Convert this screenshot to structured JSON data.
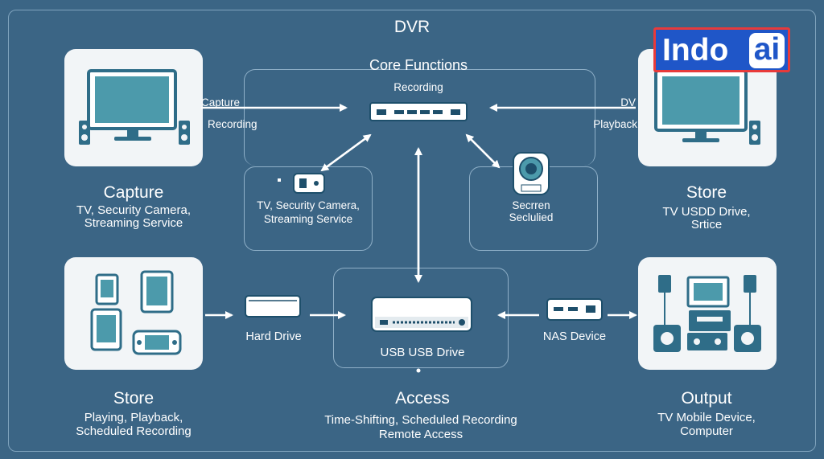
{
  "title": "DVR",
  "logo": {
    "left": "Indo",
    "right": "ai"
  },
  "core": {
    "title": "Core Functions",
    "subtitle": "Recording"
  },
  "left_arrow_labels": [
    "Capture",
    "Recording"
  ],
  "right_arrow_labels": [
    "DV",
    "Playback"
  ],
  "capture": {
    "title": "Capture",
    "lines": [
      "TV,  Security Camera,",
      "Streaming Service"
    ]
  },
  "source_box": {
    "lines": [
      "TV, Security Camera,",
      "Streaming Service"
    ]
  },
  "camera_box": {
    "lines": [
      "Secrren",
      "Seclulied"
    ]
  },
  "store_right": {
    "title": "Store",
    "lines": [
      "TV  USDD Drive,",
      "Srtice"
    ]
  },
  "store_left": {
    "title": "Store",
    "lines": [
      "Playing, Playback,",
      "Scheduled Recording"
    ]
  },
  "hard_drive": "Hard Drive",
  "usb_drive": "USB USB Drive",
  "nas": "NAS Device",
  "access": {
    "title": "Access",
    "lines": [
      "Time-Shifting,  Scheduled Recording",
      "Remote Access"
    ]
  },
  "output": {
    "title": "Output",
    "lines": [
      "TV Mobile Device,",
      "Computer"
    ]
  },
  "colors": {
    "background": "#3b6585",
    "card": "#f2f5f7",
    "icon": "#2f6d88",
    "screen": "#4c9aab",
    "logo_blue": "#1f56c8",
    "logo_red": "#e83a3a"
  },
  "icons": [
    "monitor-icon",
    "speaker-icon",
    "dvr-box-icon",
    "security-camera-icon",
    "remote-icon",
    "phone-icon",
    "tablet-icon",
    "handheld-console-icon",
    "hard-drive-icon",
    "nas-icon",
    "home-theater-icon"
  ]
}
